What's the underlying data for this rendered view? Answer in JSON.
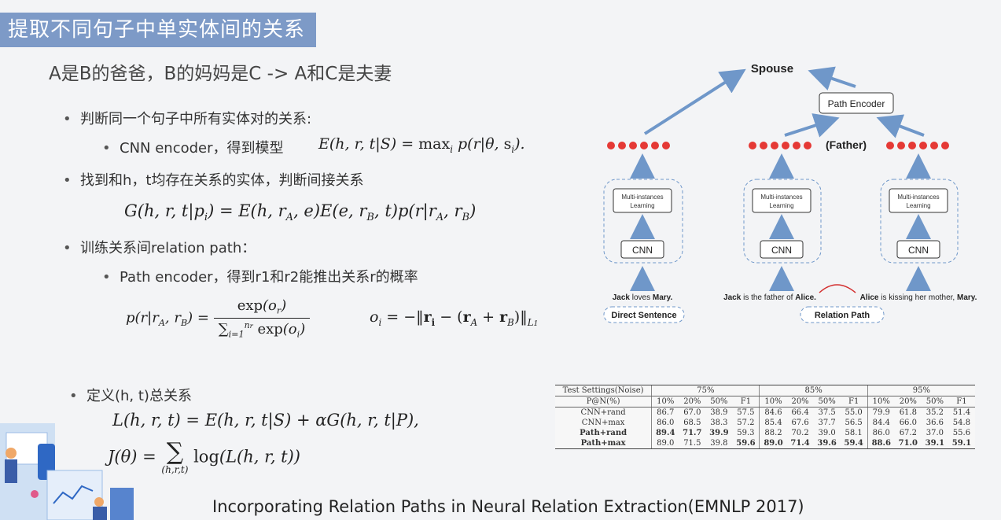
{
  "title": "提取不同句子中单实体间的关系",
  "subtitle": "A是B的爸爸，B的妈妈是C -> A和C是夫妻",
  "bullets": {
    "b1": "判断同一个句子中所有实体对的关系:",
    "b1_sub": "CNN encoder，得到模型",
    "b2": "找到和h，t均存在关系的实体，判断间接关系",
    "b3": "训练关系间relation path：",
    "b3_sub": "Path encoder，得到r1和r2能推出关系r的概率",
    "b4": "定义(h, t)总关系"
  },
  "footer": "Incorporating Relation Paths in Neural Relation Extraction(EMNLP 2017)",
  "diagram": {
    "spouse": "Spouse",
    "path_encoder": "Path Encoder",
    "father": "(Father)",
    "mil_line1": "Multi-instances",
    "mil_line2": "Learning",
    "cnn": "CNN",
    "sentence1_a": "Jack",
    "sentence1_b": "loves",
    "sentence1_c": "Mary.",
    "sentence2_a": "Jack",
    "sentence2_b": "is the father of",
    "sentence2_c": "Alice.",
    "sentence3_a": "Alice",
    "sentence3_b": "is kissing her mother,",
    "sentence3_c": "Mary.",
    "direct_sentence": "Direct Sentence",
    "relation_path": "Relation Path",
    "colors": {
      "dot": "#e53935",
      "arrow": "#6f97c9",
      "box_dash": "#6f97c9",
      "arc": "#d32f2f"
    }
  },
  "table": {
    "header1": [
      "Test Settings(Noise)",
      "75%",
      "85%",
      "95%"
    ],
    "header2": [
      "P@N(%)",
      "10%",
      "20%",
      "50%",
      "F1",
      "10%",
      "20%",
      "50%",
      "F1",
      "10%",
      "20%",
      "50%",
      "F1"
    ],
    "rows": [
      {
        "name": "CNN+rand",
        "values": [
          "86.7",
          "67.0",
          "38.9",
          "57.5",
          "84.6",
          "66.4",
          "37.5",
          "55.0",
          "79.9",
          "61.8",
          "35.2",
          "51.4"
        ],
        "bold": []
      },
      {
        "name": "CNN+max",
        "values": [
          "86.0",
          "68.5",
          "38.3",
          "57.2",
          "85.4",
          "67.6",
          "37.7",
          "56.5",
          "84.4",
          "66.0",
          "36.6",
          "54.8"
        ],
        "bold": []
      },
      {
        "name": "Path+rand",
        "values": [
          "89.4",
          "71.7",
          "39.9",
          "59.3",
          "88.2",
          "70.2",
          "39.0",
          "58.1",
          "86.0",
          "67.2",
          "37.0",
          "55.6"
        ],
        "bold": [
          0,
          1,
          2
        ]
      },
      {
        "name": "Path+max",
        "values": [
          "89.0",
          "71.5",
          "39.8",
          "59.6",
          "89.0",
          "71.4",
          "39.6",
          "59.4",
          "88.6",
          "71.0",
          "39.1",
          "59.1"
        ],
        "bold": [
          3,
          4,
          5,
          6,
          7,
          8,
          9,
          10,
          11
        ]
      }
    ]
  }
}
